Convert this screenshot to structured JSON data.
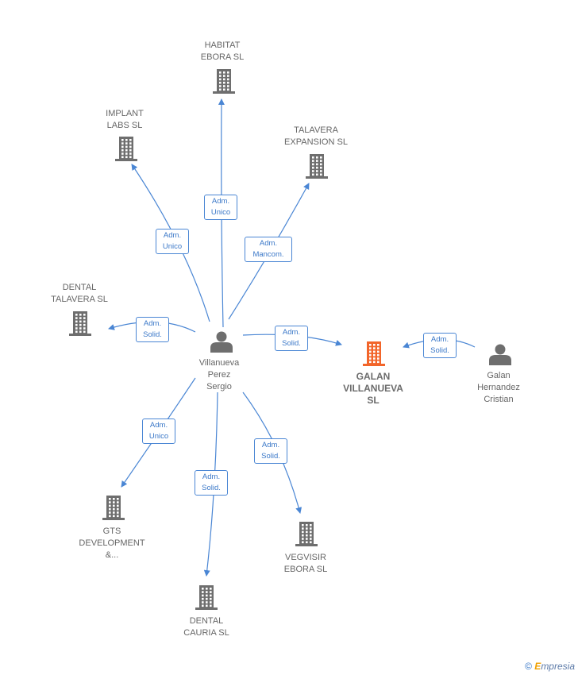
{
  "colors": {
    "edge": "#4a86d4",
    "company_icon": "#6e6e6e",
    "focus_company_icon": "#f2652a",
    "person_icon": "#6e6e6e",
    "edge_label_text": "#3b78c8"
  },
  "nodes": [
    {
      "id": "habitat",
      "kind": "company",
      "icon": "building-icon",
      "label": "HABITAT\nEBORA  SL"
    },
    {
      "id": "implant",
      "kind": "company",
      "icon": "building-icon",
      "label": "IMPLANT\nLABS SL"
    },
    {
      "id": "talavera_exp",
      "kind": "company",
      "icon": "building-icon",
      "label": "TALAVERA\nEXPANSION  SL"
    },
    {
      "id": "dental_talavera",
      "kind": "company",
      "icon": "building-icon",
      "label": "DENTAL\nTALAVERA SL"
    },
    {
      "id": "sergio",
      "kind": "person",
      "icon": "person-icon",
      "label": "Villanueva\nPerez\nSergio"
    },
    {
      "id": "galan_sl",
      "kind": "focus-company",
      "icon": "building-icon",
      "label": "GALAN\nVILLANUEVA\nSL"
    },
    {
      "id": "cristian",
      "kind": "person",
      "icon": "person-icon",
      "label": "Galan\nHernandez\nCristian"
    },
    {
      "id": "gts",
      "kind": "company",
      "icon": "building-icon",
      "label": "GTS\nDEVELOPMENT\n&..."
    },
    {
      "id": "vegvisir",
      "kind": "company",
      "icon": "building-icon",
      "label": "VEGVISIR\nEBORA  SL"
    },
    {
      "id": "dental_cauria",
      "kind": "company",
      "icon": "building-icon",
      "label": "DENTAL\nCAURIA  SL"
    }
  ],
  "edges": [
    {
      "from": "sergio",
      "to": "habitat",
      "label": "Adm.\nUnico"
    },
    {
      "from": "sergio",
      "to": "implant",
      "label": "Adm.\nUnico"
    },
    {
      "from": "sergio",
      "to": "talavera_exp",
      "label": "Adm.\nMancom."
    },
    {
      "from": "sergio",
      "to": "dental_talavera",
      "label": "Adm.\nSolid."
    },
    {
      "from": "sergio",
      "to": "galan_sl",
      "label": "Adm.\nSolid."
    },
    {
      "from": "cristian",
      "to": "galan_sl",
      "label": "Adm.\nSolid."
    },
    {
      "from": "sergio",
      "to": "gts",
      "label": "Adm.\nUnico"
    },
    {
      "from": "sergio",
      "to": "vegvisir",
      "label": "Adm.\nSolid."
    },
    {
      "from": "sergio",
      "to": "dental_cauria",
      "label": "Adm.\nSolid."
    }
  ],
  "footer": {
    "copyright": "©",
    "brand_first": "E",
    "brand_rest": "mpresia"
  }
}
